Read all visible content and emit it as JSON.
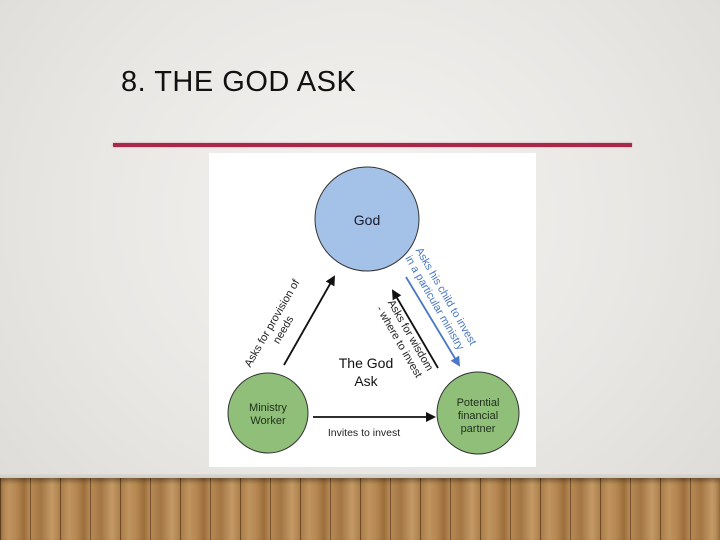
{
  "slide": {
    "title": "8. THE GOD ASK",
    "accent_color": "#a8284a"
  },
  "diagram": {
    "center_label_line1": "The God",
    "center_label_line2": "Ask",
    "nodes": {
      "god": {
        "label": "God",
        "color": "#a4c2e8"
      },
      "ministry_worker": {
        "label_line1": "Ministry",
        "label_line2": "Worker",
        "color": "#8fbf78"
      },
      "partner": {
        "label_line1": "Potential",
        "label_line2": "financial",
        "label_line3": "partner",
        "color": "#8fbf78"
      }
    },
    "edges": {
      "worker_to_god": {
        "label_line1": "Asks for provision of",
        "label_line2": "needs"
      },
      "partner_to_god": {
        "label_line1": "Asks for wisdom",
        "label_line2": "- where to invest"
      },
      "god_to_partner": {
        "label_line1": "Asks his child to invest",
        "label_line2": "in a particular ministry",
        "color": "#4a78c4"
      },
      "worker_to_partner": {
        "label": "Invites to invest"
      }
    }
  }
}
